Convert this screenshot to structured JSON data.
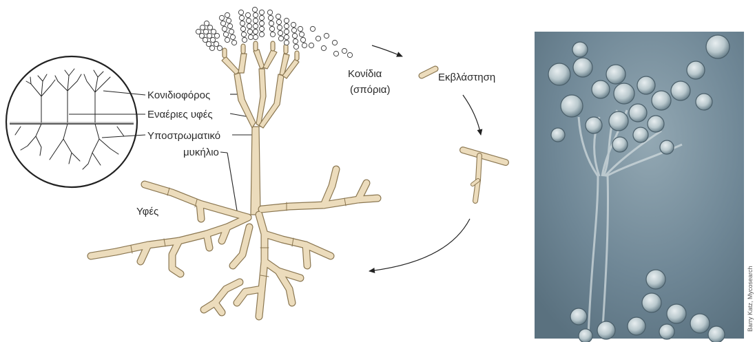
{
  "labels": {
    "conidiophore": "Κονιδιοφόρος",
    "aerial_hyphae": "Εναέριες υφές",
    "substrate_mycelium_1": "Υποστρωματικό",
    "substrate_mycelium_2": "μυκήλιο",
    "hyphae": "Υφές",
    "conidia_1": "Κονίδια",
    "conidia_2": "(σπόρια)",
    "germination": "Εκβλάστηση"
  },
  "photo_credit": "Barry Katz, Mycosearch",
  "colors": {
    "hypha_fill": "#ecdcbc",
    "hypha_stroke": "#8a7650",
    "line": "#222222",
    "photo_base": "#6d8696"
  }
}
